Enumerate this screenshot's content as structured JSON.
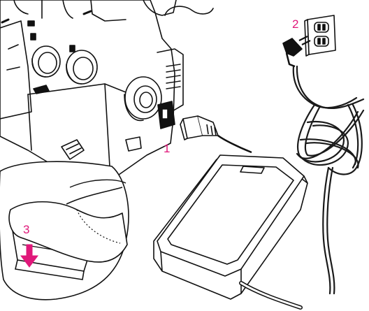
{
  "colors": {
    "line": "#111111",
    "callout": "#e0187a",
    "arrow": "#e0187a",
    "paper": "#ffffff",
    "dark_cord": "#1a1a1a"
  },
  "callouts": {
    "step1": "1",
    "step2": "2",
    "step3": "3"
  },
  "parts": {
    "machine": "sewing-machine-body",
    "connector": "machine-plug-connector",
    "foot_control": "foot-control-pedal",
    "power_cord": "power-cord",
    "wall_outlet": "wall-outlet",
    "wall_plug": "wall-plug",
    "inset": "inset-foot-press",
    "arrow": "press-down-arrow"
  }
}
